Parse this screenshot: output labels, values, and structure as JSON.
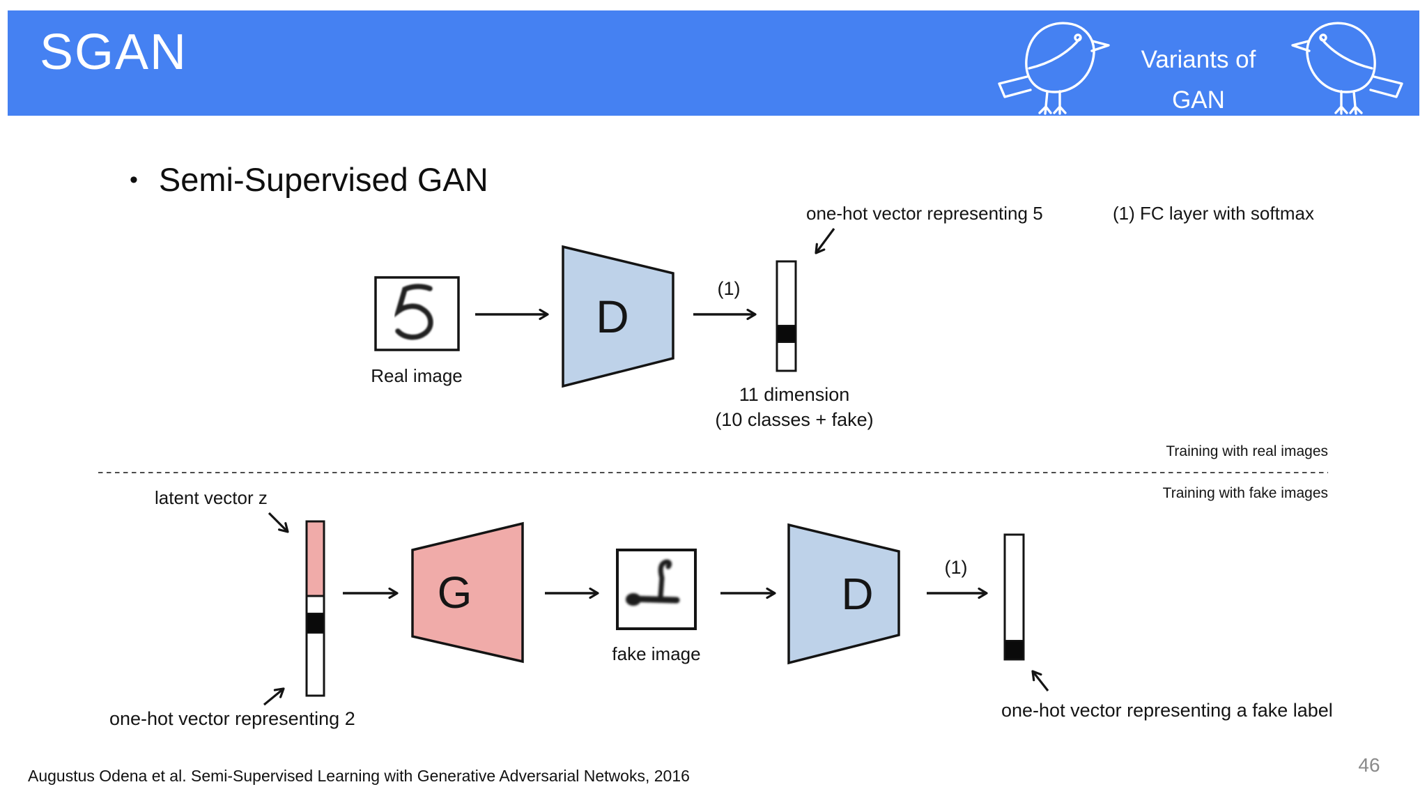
{
  "slide": {
    "header": {
      "title": "SGAN",
      "badge_line1": "Variants of",
      "badge_line2": "GAN"
    },
    "bullet": {
      "char": "•",
      "text": "Semi-Supervised GAN"
    },
    "top_flow": {
      "real_image_label": "Real image",
      "real_digit": "5",
      "discriminator_letter": "D",
      "arrow_note": "(1)",
      "onehot_label": "one-hot vector representing 5",
      "fc_note": "(1) FC layer with softmax",
      "dim_line1": "11 dimension",
      "dim_line2": "(10 classes + fake)"
    },
    "divider": {
      "above_label": "Training with real images",
      "below_label": "Training with fake images"
    },
    "bottom_flow": {
      "latent_label": "latent vector z",
      "onehot2_label": "one-hot vector representing 2",
      "generator_letter": "G",
      "fake_image_label": "fake image",
      "discriminator_letter": "D",
      "arrow_note": "(1)",
      "onehot_fake_label": "one-hot vector representing a fake label"
    },
    "footer": {
      "citation": "Augustus Odena et al. Semi-Supervised Learning with Generative Adversarial Netwoks, 2016",
      "page_number": "46"
    },
    "colors": {
      "header_blue": "#4581f2",
      "discriminator_fill": "#bed2e9",
      "generator_fill": "#f0aba9",
      "onehot_pink": "#f0aba9",
      "page_number_gray": "#8a8a8a",
      "line_black": "#141414"
    },
    "icons": {
      "left_bird": "bird-icon",
      "right_bird": "bird-icon"
    }
  }
}
